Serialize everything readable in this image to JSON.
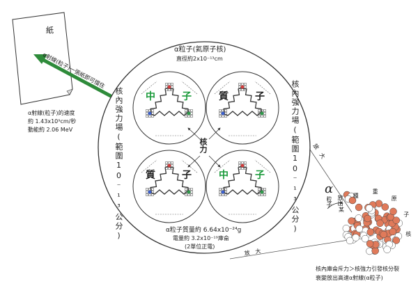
{
  "paper_label": "紙",
  "alpha_ray_note": "α射線(粒子)一張紙即可擋住",
  "alpha_speed_line1": "α射線(粒子)的速度",
  "alpha_speed_line2": "約 1.43x10⁹cm/秒",
  "alpha_speed_line3": "動能約 2.06 MeV",
  "alpha_particle_title": "α粒子(氦原子核)",
  "alpha_particle_diameter": "直徑約2x10⁻¹³cm",
  "strong_force_left": "核內強力場(範圍10⁻¹³公分)",
  "strong_force_right": "核內強力場(範圍10⁻¹³公分)",
  "nuclear_force_label": "核力",
  "mass_line": "α粒子質量約 6.64x10⁻²⁴g",
  "charge_line1": "電量約 3.2x10⁻¹⁹庫侖",
  "charge_line2": "(2單位正電)",
  "enlarge_label_1": "放大",
  "enlarge_label_2": "放大",
  "alpha_symbol": "α",
  "alpha_particle_word": "粒子",
  "emitted_label": "放出",
  "heavy_nucleus_label": "某種重原子核",
  "caption_line1": "核內庫侖斥力＞核強力引發核分裂",
  "caption_line2": "衰變放出高速α射線(α粒子)",
  "nucleons": [
    {
      "kind": "neutron",
      "char1": "中",
      "char2": "子",
      "color": "#1a9a3a"
    },
    {
      "kind": "proton",
      "char1": "質",
      "char2": "子",
      "color": "#222222"
    },
    {
      "kind": "proton",
      "char1": "質",
      "char2": "子",
      "color": "#222222"
    },
    {
      "kind": "neutron",
      "char1": "中",
      "char2": "子",
      "color": "#1a9a3a"
    }
  ],
  "colors": {
    "arrow_green": "#2e8b3a",
    "nucleus_red": "#e07a5a",
    "nucleus_white": "#ffffff",
    "quark_red": "#d23c3c",
    "quark_blue": "#3a5fcd",
    "quark_green": "#2e9a4a"
  }
}
